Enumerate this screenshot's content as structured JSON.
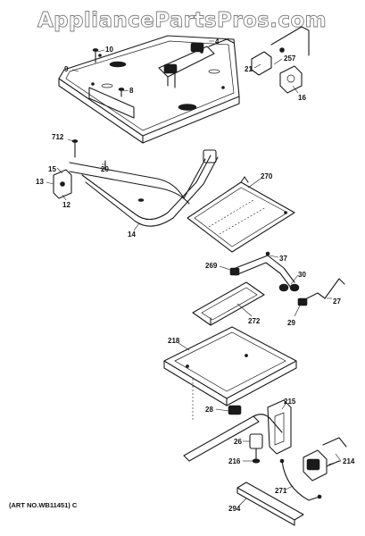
{
  "watermark": "AppliancePartsPros.com",
  "art_number": "(ART NO.WB11451) C",
  "callouts": {
    "c4": "4",
    "c10": "10",
    "c9": "9",
    "c8": "8",
    "c257": "257",
    "c21": "21",
    "c16": "16",
    "c712": "712",
    "c20": "20",
    "c15": "15",
    "c13": "13",
    "c12": "12",
    "c14": "14",
    "c270": "270",
    "c37": "37",
    "c269": "269",
    "c30": "30",
    "c27": "27",
    "c29": "29",
    "c272": "272",
    "c218": "218",
    "c28": "28",
    "c215": "215",
    "c26": "26",
    "c216": "216",
    "c214": "214",
    "c271": "271",
    "c294": "294"
  }
}
